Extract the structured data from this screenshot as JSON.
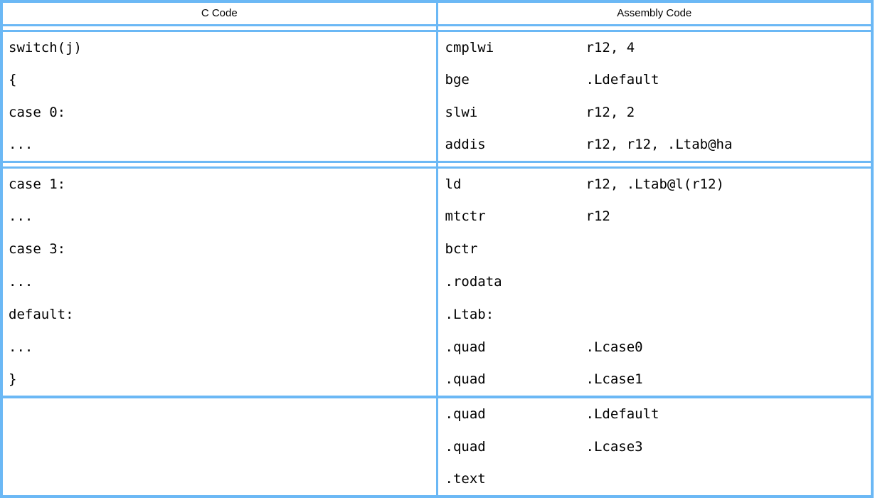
{
  "table": {
    "headers": {
      "c_code": "C Code",
      "assembly_code": "Assembly Code"
    },
    "groups": [
      {
        "rows": [
          {
            "c": "switch(j)",
            "mnemonic": "cmplwi",
            "operand": "r12, 4"
          },
          {
            "c": "{",
            "mnemonic": "bge",
            "operand": ".Ldefault"
          },
          {
            "c": "case 0:",
            "mnemonic": "slwi",
            "operand": "r12, 2"
          },
          {
            "c": "...",
            "mnemonic": "addis",
            "operand": "r12, r12, .Ltab@ha"
          }
        ]
      },
      {
        "rows": [
          {
            "c": "case 1:",
            "mnemonic": "ld",
            "operand": "r12, .Ltab@l(r12)"
          },
          {
            "c": "...",
            "mnemonic": "mtctr",
            "operand": "r12"
          },
          {
            "c": "case 3:",
            "mnemonic": "bctr",
            "operand": ""
          },
          {
            "c": "...",
            "mnemonic": ".rodata",
            "operand": ""
          },
          {
            "c": "default:",
            "mnemonic": ".Ltab:",
            "operand": ""
          },
          {
            "c": "...",
            "mnemonic": ".quad",
            "operand": ".Lcase0"
          },
          {
            "c": "}",
            "mnemonic": ".quad",
            "operand": ".Lcase1"
          }
        ]
      },
      {
        "rows": [
          {
            "c": "",
            "mnemonic": ".quad",
            "operand": ".Ldefault"
          },
          {
            "c": "",
            "mnemonic": ".quad",
            "operand": ".Lcase3"
          },
          {
            "c": "",
            "mnemonic": ".text",
            "operand": ""
          }
        ]
      }
    ],
    "colors": {
      "border": "#6bb8f5",
      "text": "#000000",
      "background": "#ffffff"
    }
  }
}
